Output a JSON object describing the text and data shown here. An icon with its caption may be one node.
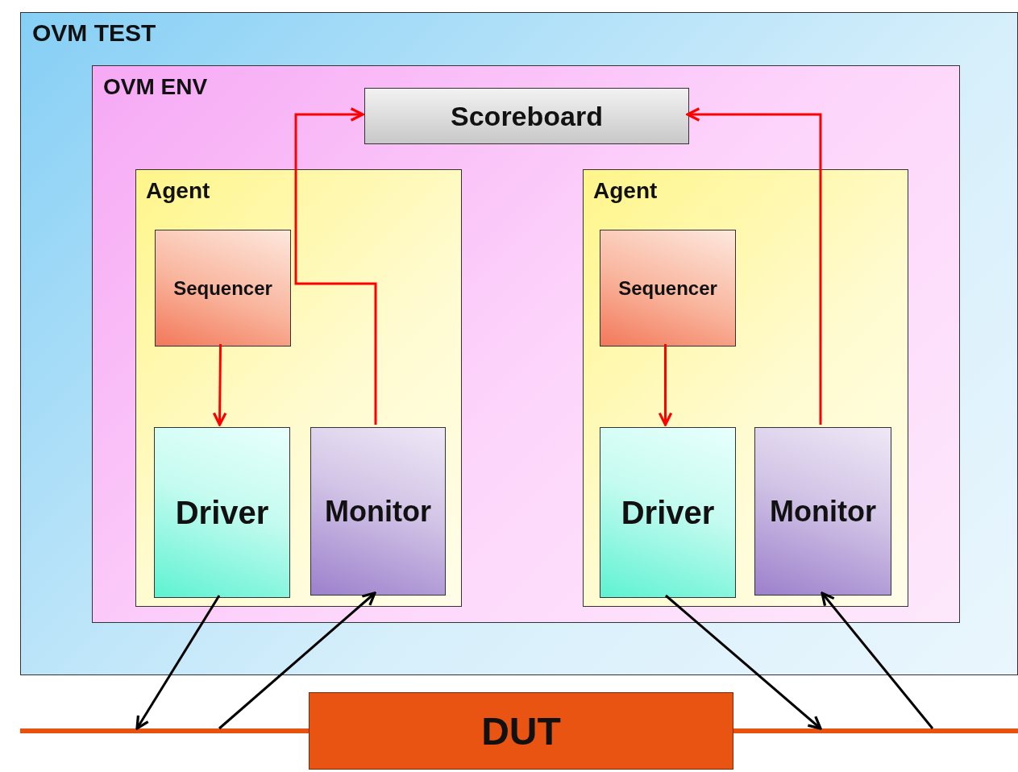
{
  "diagram": {
    "nodes": [
      {
        "text": [
          "OVM TEST"
        ]
      },
      {
        "text": [
          "OVM ENV"
        ],
        "in": 0
      },
      {
        "text": [
          "Scoreboard"
        ],
        "in": 1
      },
      {
        "text": [
          "Agent"
        ],
        "in": 1
      },
      {
        "text": [
          "Sequencer"
        ],
        "in": 3
      },
      {
        "text": [
          "Driver"
        ],
        "in": 3
      },
      {
        "text": [
          "Monitor"
        ],
        "in": 3
      },
      {
        "text": [
          "Agent"
        ],
        "in": 1
      },
      {
        "text": [
          "Sequencer"
        ],
        "in": 7
      },
      {
        "text": [
          "Driver"
        ],
        "in": 7
      },
      {
        "text": [
          "Monitor"
        ],
        "in": 7
      },
      {
        "text": [],
        "shape": "bar"
      },
      {
        "text": [
          "DUT"
        ]
      },
      {
        "text": [],
        "shape": "bar"
      }
    ],
    "edges": [
      {
        "from": 4,
        "to": 5,
        "arrow": "to",
        "color": "#ff0000"
      },
      {
        "from": 6,
        "to": 2,
        "arrow": "to",
        "color": "#ff0000"
      },
      {
        "from": 8,
        "to": 9,
        "arrow": "to",
        "color": "#ff0000"
      },
      {
        "from": 10,
        "to": 2,
        "arrow": "to",
        "color": "#ff0000"
      },
      {
        "from": 5,
        "to": 11,
        "arrow": "to",
        "color": "#000000"
      },
      {
        "from": 11,
        "to": 6,
        "arrow": "to",
        "color": "#000000"
      },
      {
        "from": 9,
        "to": 13,
        "arrow": "to",
        "color": "#000000"
      },
      {
        "from": 13,
        "to": 10,
        "arrow": "to",
        "color": "#000000"
      }
    ]
  }
}
